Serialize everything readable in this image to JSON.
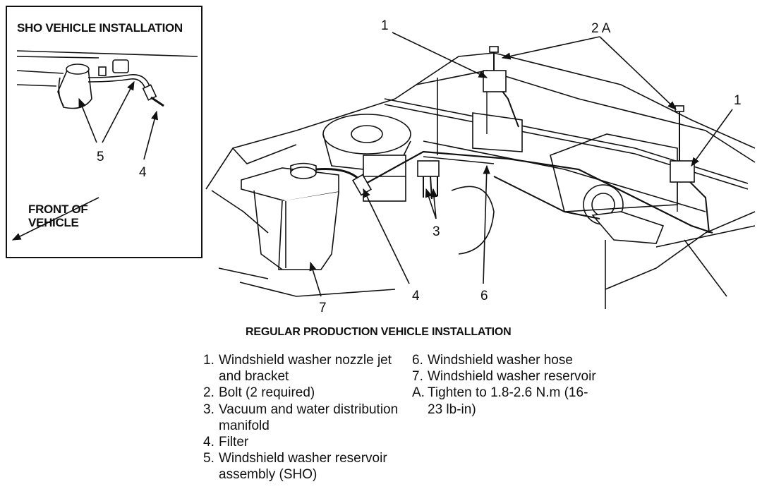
{
  "inset": {
    "title": "SHO VEHICLE INSTALLATION",
    "front_label": "FRONT OF VEHICLE",
    "callouts": {
      "c5": "5",
      "c4": "4"
    }
  },
  "main": {
    "caption": "REGULAR PRODUCTION VEHICLE INSTALLATION",
    "callouts": {
      "c1_left": "1",
      "c2a": "2 A",
      "c1_right": "1",
      "c3": "3",
      "c4": "4",
      "c6": "6",
      "c7": "7"
    }
  },
  "legend": {
    "left": [
      {
        "num": "1.",
        "text": "Windshield washer nozzle jet and bracket"
      },
      {
        "num": "2.",
        "text": "Bolt (2 required)"
      },
      {
        "num": "3.",
        "text": "Vacuum and water distribution manifold"
      },
      {
        "num": "4.",
        "text": "Filter"
      },
      {
        "num": "5.",
        "text": "Windshield washer reservoir assembly (SHO)"
      }
    ],
    "right": [
      {
        "num": "6.",
        "text": "Windshield washer hose"
      },
      {
        "num": "7.",
        "text": "Windshield washer reservoir"
      },
      {
        "num": "A.",
        "text": "Tighten to 1.8-2.6 N.m (16-23 lb-in)"
      }
    ]
  }
}
